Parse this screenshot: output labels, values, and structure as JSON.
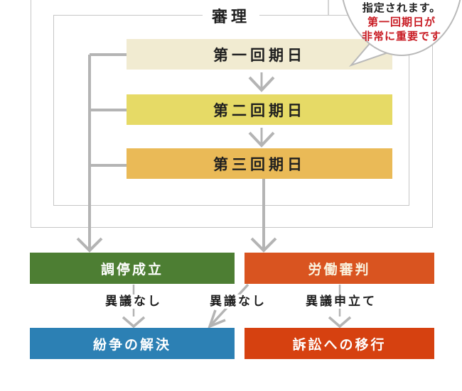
{
  "colors": {
    "bar1-bg": "#f1ebd1",
    "bar2-bg": "#e6da66",
    "bar3-bg": "#eaba57",
    "green": "#4d7e33",
    "orange": "#d95420",
    "blue": "#2c80b4",
    "red": "#d64110",
    "line": "#b4b4b4",
    "border": "#c6c6c6",
    "bubble-red": "#c81a22"
  },
  "hearing": {
    "title": "審理",
    "sessions": [
      {
        "label": "第一回期日"
      },
      {
        "label": "第二回期日"
      },
      {
        "label": "第三回期日"
      }
    ]
  },
  "bubble": {
    "line1": "指定されます。",
    "line2": "第一回期日が",
    "line3": "非常に重要です"
  },
  "outcomes": {
    "mediation": "調停成立",
    "tribunal": "労働審判",
    "resolution": "紛争の解決",
    "litigation": "訴訟への移行"
  },
  "edge_labels": {
    "no_objection_left": "異議なし",
    "no_objection_center": "異議なし",
    "objection": "異議申立て"
  }
}
